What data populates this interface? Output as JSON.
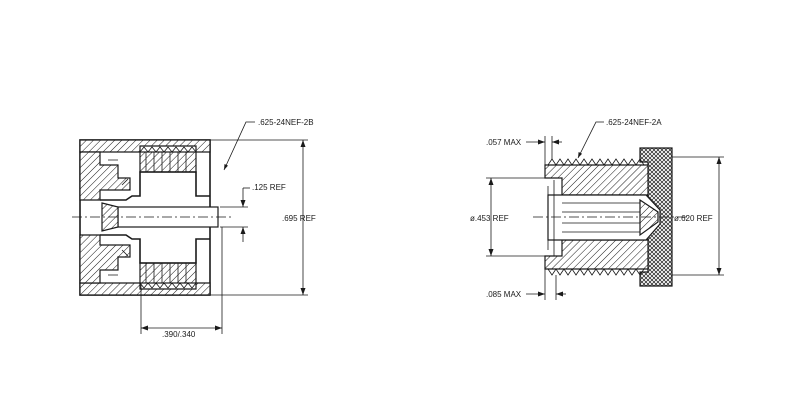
{
  "colors": {
    "ink": "#1a1a1a",
    "background": "#ffffff"
  },
  "left_view": {
    "thread_label": ".625-24NEF-2B",
    "pin_diameter_label": ".125 REF",
    "overall_diameter_label": ".695 REF",
    "pin_depth_label": ".390/.340"
  },
  "right_view": {
    "thread_label": ".625-24NEF-2A",
    "top_clearance_label": ".057 MAX",
    "bottom_clearance_label": ".085 MAX",
    "inner_diameter_label": "ø.453 REF",
    "outer_diameter_label": "ø.620 REF"
  }
}
